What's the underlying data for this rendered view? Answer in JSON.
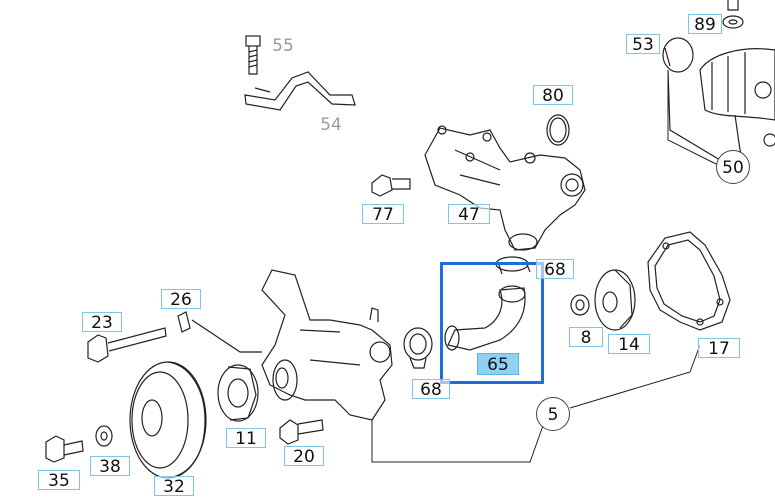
{
  "diagram": {
    "callouts": {
      "c89": "89",
      "c53": "53",
      "c55": "55",
      "c54": "54",
      "c80": "80",
      "c50": "50",
      "c77": "77",
      "c47": "47",
      "c68a": "68",
      "c26": "26",
      "c23": "23",
      "c8": "8",
      "c14": "14",
      "c17": "17",
      "c65": "65",
      "c68b": "68",
      "c5": "5",
      "c11": "11",
      "c20": "20",
      "c38": "38",
      "c35": "35",
      "c32": "32"
    },
    "selected_part": "65",
    "colors": {
      "line": "#222222",
      "callout_border": "#7fc4ea",
      "highlight_fill": "#8fd0f5",
      "selection_box": "#1d6fd6",
      "muted_label": "#9a9a9a"
    }
  }
}
